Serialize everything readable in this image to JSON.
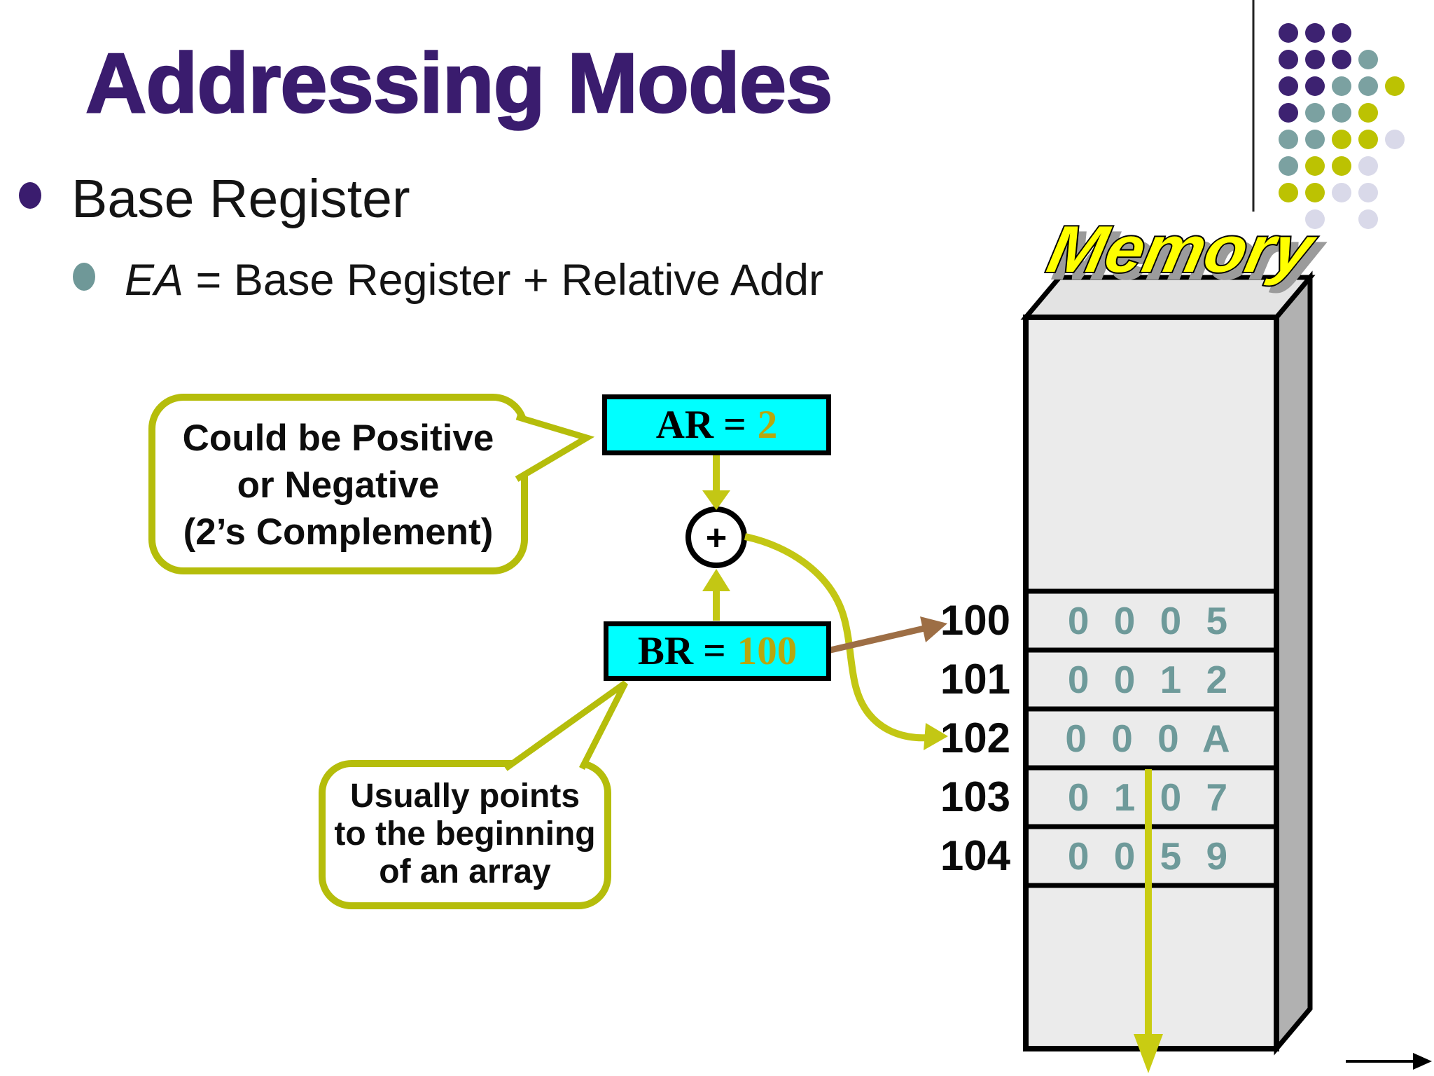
{
  "slide": {
    "title": "Addressing Modes",
    "bullets": {
      "main": "Base Register",
      "sub_italic": "EA",
      "sub_rest": " = Base Register + Relative Addr"
    }
  },
  "callout_positive": {
    "line1": "Could be Positive",
    "line2": "or Negative",
    "line3": "(2’s Complement)"
  },
  "callout_array": {
    "line1": "Usually points",
    "line2": "to the beginning",
    "line3": "of an array"
  },
  "registers": {
    "ar_label": "AR =",
    "ar_value": "2",
    "br_label": "BR =",
    "br_value": "100"
  },
  "adder_symbol": "+",
  "memory": {
    "title": "Memory",
    "rows": [
      {
        "address": "100",
        "value": "0 0 0 5"
      },
      {
        "address": "101",
        "value": "0 0 1 2"
      },
      {
        "address": "102",
        "value": "0 0 0 A"
      },
      {
        "address": "103",
        "value": "0 1 0 7"
      },
      {
        "address": "104",
        "value": "0 0 5 9"
      }
    ]
  },
  "colors": {
    "title_purple": "#3a1c6e",
    "bullet_purple": "#3a1c6e",
    "sub_bullet_teal": "#6f9898",
    "register_fill": "#00ffff",
    "register_value_gold": "#b8a70e",
    "arrow_yellow": "#c3c714",
    "callout_border_yellow": "#b5bd0b",
    "arrow_brown": "#9d6e45",
    "memory_value_teal": "#6e9a9a",
    "memory_face_front": "#ebebeb",
    "memory_face_top": "#e3e3e3",
    "memory_face_side": "#b1b1b1",
    "memory_title_yellow": "#ffff00"
  },
  "decor": {
    "dot_colors": {
      "P": "#3d2271",
      "T": "#7ba1a1",
      "Y": "#bcc202",
      "L": "#d9d9e9"
    },
    "dot_rows": [
      [
        "P",
        "P",
        "P"
      ],
      [
        "P",
        "P",
        "P",
        "T"
      ],
      [
        "P",
        "P",
        "T",
        "T",
        "Y"
      ],
      [
        "P",
        "T",
        "T",
        "Y"
      ],
      [
        "T",
        "T",
        "Y",
        "Y",
        "L"
      ],
      [
        "T",
        "Y",
        "Y",
        "L"
      ],
      [
        "Y",
        "Y",
        "L",
        "L"
      ],
      [
        null,
        "L",
        null,
        "L"
      ]
    ]
  }
}
